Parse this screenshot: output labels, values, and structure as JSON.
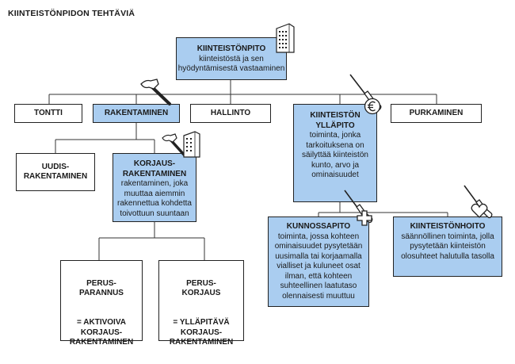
{
  "page_title": "KIINTEISTÖNPIDON TEHTÄVIÄ",
  "boxes": {
    "root": {
      "label": "KIINTEISTÖNPITO",
      "desc": "kiinteistöstä ja sen hyödyntämisestä vastaaminen"
    },
    "tontti": {
      "label": "TONTTI"
    },
    "rakentaminen": {
      "label": "RAKENTAMINEN"
    },
    "hallinto": {
      "label": "HALLINTO"
    },
    "yllapito": {
      "label": "KIINTEISTÖN YLLÄPITO",
      "desc": "toiminta, jonka tarkoituksena on säilyttää kiinteistön kunto, arvo ja ominaisuudet"
    },
    "purkaminen": {
      "label": "PURKAMINEN"
    },
    "uudis": {
      "label": "UUDIS-\nRAKENTAMINEN"
    },
    "korjaus": {
      "label": "KORJAUS-\nRAKENTAMINEN",
      "desc": "rakentaminen, joka muuttaa aiemmin rakennettua kohdetta toivottuun suuntaan"
    },
    "kunnossapito": {
      "label": "KUNNOSSAPITO",
      "desc": "toiminta, jossa kohteen ominaisuudet pysytetään uusimalla tai korjaamalla vialliset ja kuluneet osat ilman, että kohteen suhteellinen laatutaso olennaisesti muuttuu"
    },
    "hoito": {
      "label": "KIINTEISTÖNHOITO",
      "desc": "säännöllinen toiminta, jolla pysytetään kiinteistön olosuhteet halutulla tasolla"
    },
    "perusparannus": {
      "label": "PERUS-\nPARANNUS",
      "desc": "= AKTIVOIVA\nKORJAUS-\nRAKENTAMINEN"
    },
    "peruskorjaus": {
      "label": "PERUS-\nKORJAUS",
      "desc": "= YLLÄPITÄVÄ\nKORJAUS-\nRAKENTAMINEN"
    }
  },
  "icons": {
    "building": "building-icon",
    "hammer": "hammer-icon",
    "screwdriver": "screwdriver-icon",
    "euro": "euro-icon",
    "plus": "plus-icon",
    "heart": "heart-icon"
  },
  "colors": {
    "highlight": "#aacdf0",
    "border": "#222222"
  }
}
